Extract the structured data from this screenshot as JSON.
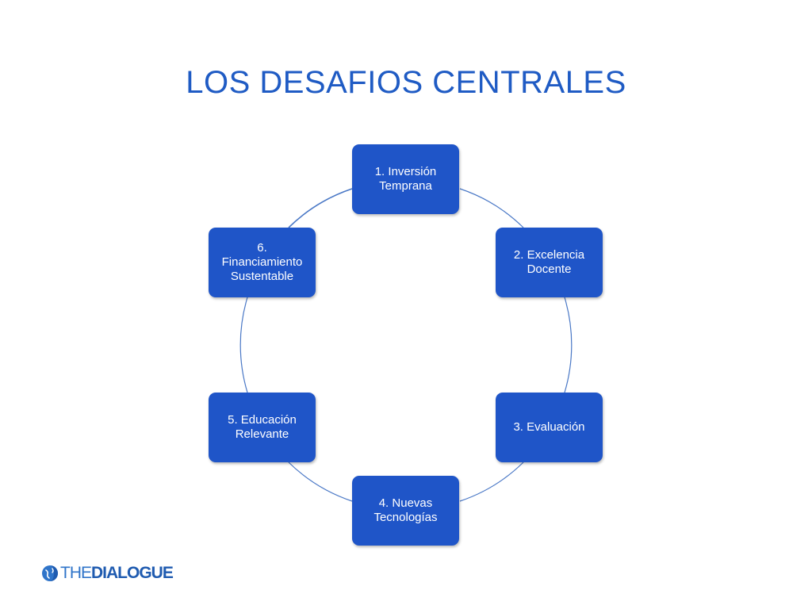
{
  "slide": {
    "title": "LOS DESAFIOS CENTRALES"
  },
  "cycle": {
    "nodes": [
      {
        "id": "n1",
        "label": "1. Inversión\nTemprana"
      },
      {
        "id": "n2",
        "label": "2. Excelencia\nDocente"
      },
      {
        "id": "n3",
        "label": "3. Evaluación"
      },
      {
        "id": "n4",
        "label": "4. Nuevas\nTecnologías"
      },
      {
        "id": "n5",
        "label": "5. Educación\nRelevante"
      },
      {
        "id": "n6",
        "label": "6.\nFinanciamiento\nSustentable"
      }
    ]
  },
  "logo": {
    "light": "THE",
    "bold": "DIALOGUE"
  },
  "colors": {
    "title": "#1f5bc4",
    "node_fill": "#1f55c8",
    "ring": "#4a78c6"
  }
}
